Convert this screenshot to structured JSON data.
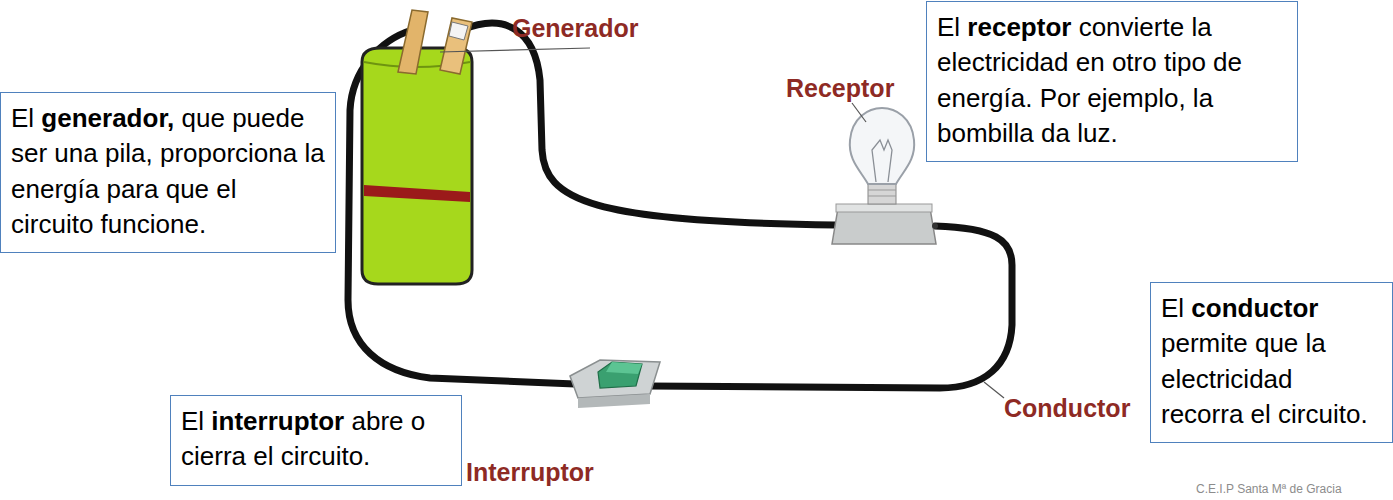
{
  "diagram": {
    "nodes": [
      {
        "text": [
          "El generador, que puede ser una pila, proporciona la energía para que el circuito funcione."
        ]
      },
      {
        "text": [
          "El receptor convierte la electricidad en otro tipo de energía. Por ejemplo, la bombilla da luz."
        ]
      },
      {
        "text": [
          "El conductor permite que la electricidad recorra el circuito."
        ]
      },
      {
        "text": [
          "El interruptor abre o cierra el circuito."
        ]
      }
    ],
    "labels": [
      "Generador",
      "Receptor",
      "Conductor",
      "Interruptor",
      "C.E.I.P Santa Mª de Gracia"
    ]
  }
}
